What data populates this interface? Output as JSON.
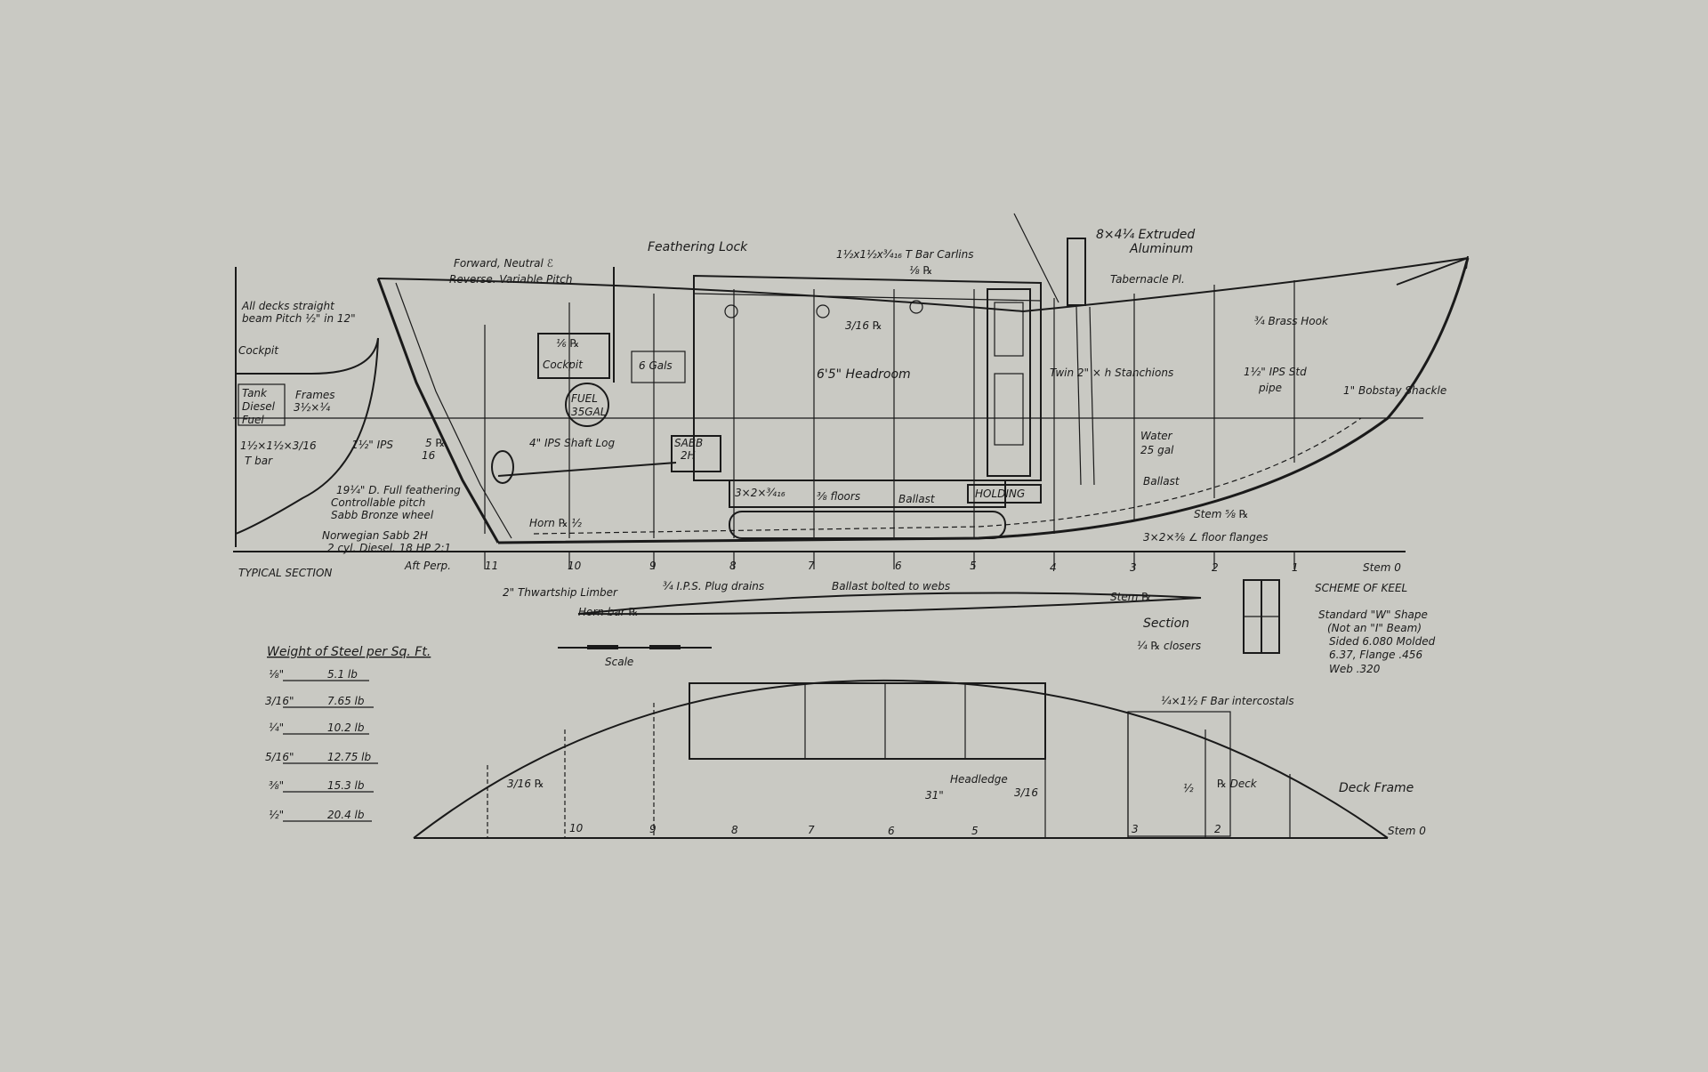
{
  "labels": {
    "feathering_lock": "Feathering Lock",
    "t_bar_carlins": "1½x1½x¾₁₆ T Bar Carlins",
    "carlins_plate": "⅛ ℞",
    "extruded": "8×4¼ Extruded",
    "aluminum": "Aluminum",
    "tabernacle": "Tabernacle Pl.",
    "forward_neutral": "Forward, Neutral ℰ",
    "reverse_pitch": "Reverse. Variable Pitch",
    "all_decks": "All decks straight",
    "beam_pitch": "beam Pitch ½\" in 12\"",
    "cockpit_sec": "Cockpit",
    "cockpit_plate": "⅙ ℞",
    "cockpit": "Cockpit",
    "gals": "6 Gals",
    "plate_316": "3/16 ℞",
    "headroom": "6'5\" Headroom",
    "brass_hook": "¾ Brass Hook",
    "tank": "Tank",
    "diesel": "Diesel",
    "fuel_sec": "Fuel",
    "frames": "Frames",
    "frames_size": "3½×¼",
    "ips": "1½\" IPS",
    "t_bar": "1½×1½×3/16",
    "t_bar2": "T bar",
    "fuel": "FUEL",
    "fuel_gal": "35GAL",
    "twin_stanchions": "Twin 2\" × ℎ Stanchions",
    "ips_std": "1½\" IPS Std",
    "pipe": "pipe",
    "bobstay": "1\" Bobstay Shackle",
    "shaft_log": "4\" IPS Shaft Log",
    "sabb": "SABB",
    "sabb_hp": "2H",
    "water": "Water",
    "water_gal": "25 gal",
    "plate_516": "5 ℞",
    "plate_516b": "16",
    "full_feathering": "19¼\" D. Full feathering",
    "controllable": "Controllable pitch",
    "sabb_wheel": "Sabb Bronze wheel",
    "ballast_fwd": "Ballast",
    "floors_size": "3×2×¾₁₆",
    "floors": "⅜ floors",
    "ballast": "Ballast",
    "holding": "HOLDING",
    "horn": "Horn ℞ ½",
    "stem": "Stem ⅝ ℞",
    "norwegian": "Norwegian Sabb 2H",
    "cyl_diesel": "2 cyl. Diesel. 18 HP 2:1",
    "floor_flanges": "3×2×⅜ ∠ floor flanges",
    "typical_section": "TYPICAL SECTION",
    "aft_perp": "Aft Perp.",
    "stations": [
      "11",
      "10",
      "9",
      "8",
      "7",
      "6",
      "5",
      "4",
      "3",
      "2",
      "1"
    ],
    "stem0": "Stem 0",
    "thwartship": "2\" Thwartship Limber",
    "plug_drains": "¾ I.P.S. Plug drains",
    "ballast_webs": "Ballast bolted to webs",
    "scheme_keel": "SCHEME OF KEEL",
    "stem_plate": "Stem ℞",
    "horn_bar": "Horn bar ℞",
    "section": "Section",
    "closers": "¼ ℞ closers",
    "keel_lines": [
      "Standard \"W\" Shape",
      "(Not an \"I\" Beam)",
      "Sided 6.080  Molded",
      "6.37, Flange .456",
      "Web .320"
    ],
    "scale": "Scale",
    "intercostals": "¼×1½ F Bar intercostals",
    "headledge": "Headledge",
    "headledge_size": "3/16",
    "dim_31": "31\"",
    "plate_316_deck": "3/16 ℞",
    "r_deck": "℞ Deck",
    "half": "½",
    "deck_frame": "Deck Frame",
    "deck_stations": [
      "10",
      "9",
      "8",
      "7",
      "6",
      "5",
      "3",
      "2"
    ],
    "deck_stem0": "Stem 0"
  },
  "weight_table": {
    "title": "Weight of Steel per Sq. Ft.",
    "rows": [
      {
        "thickness": "⅛\"",
        "weight": "5.1 lb"
      },
      {
        "thickness": "3/16\"",
        "weight": "7.65 lb"
      },
      {
        "thickness": "¼\"",
        "weight": "10.2 lb"
      },
      {
        "thickness": "5/16\"",
        "weight": "12.75 lb"
      },
      {
        "thickness": "⅜\"",
        "weight": "15.3 lb"
      },
      {
        "thickness": "½\"",
        "weight": "20.4 lb"
      }
    ]
  },
  "colors": {
    "background": "#c9c9c3",
    "ink": "#1a1a1a"
  }
}
